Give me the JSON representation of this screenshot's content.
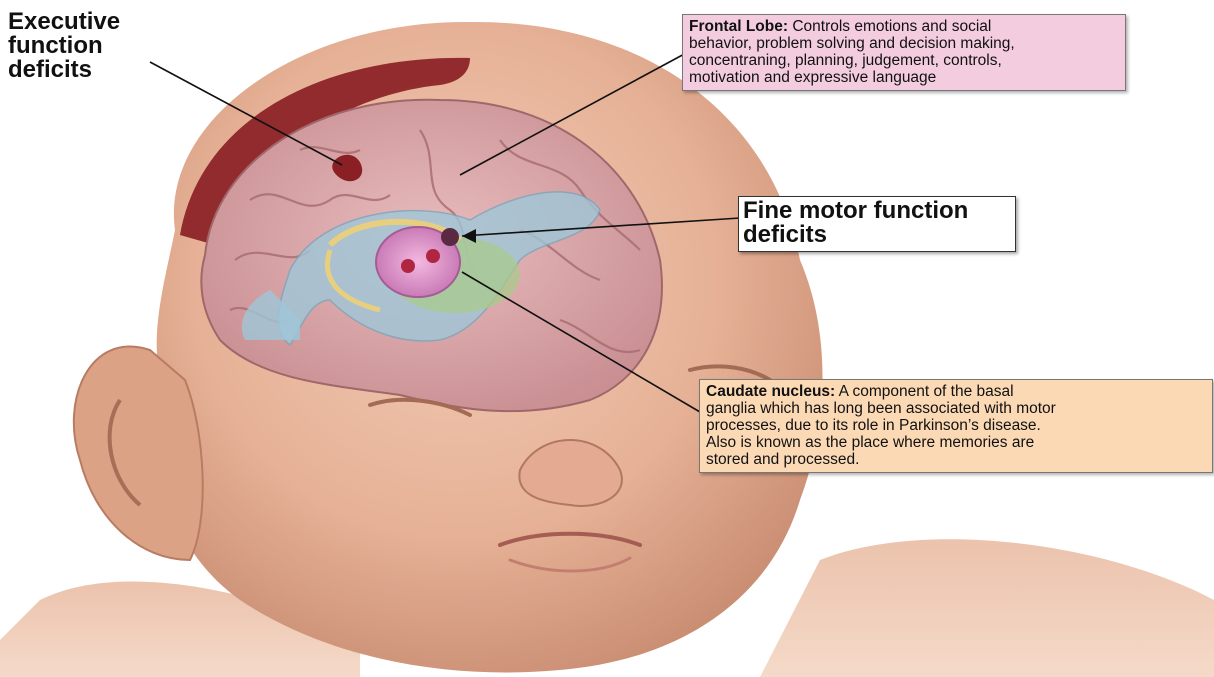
{
  "labels": {
    "executive": {
      "line1": "Executive",
      "line2": "function",
      "line3": "deficits"
    },
    "fine_motor": {
      "line1": "Fine motor function",
      "line2": "deficits"
    }
  },
  "info_boxes": {
    "frontal_lobe": {
      "title": "Frontal Lobe:",
      "text_l1": " Controls emotions and social",
      "text_l2": "behavior, problem solving and decision making,",
      "text_l3": "concentraning, planning, judgement, controls,",
      "text_l4": "motivation and expressive language",
      "color": "#f4cce0"
    },
    "caudate": {
      "title": "Caudate nucleus:",
      "text_l1": " A component of the basal",
      "text_l2": "ganglia which has long been associated with motor",
      "text_l3": "processes, due to its role in Parkinson’s disease.",
      "text_l4": "Also is known as the place where memories are",
      "text_l5": "stored and processed.",
      "color": "#fbd9b5"
    }
  },
  "illustration": {
    "subject": "infant-head-with-brain-cutaway",
    "skin_color": "#e8b9a0",
    "brain_color": "#d9a3a6",
    "hemorrhage_color": "#8a1f24",
    "ventricle_color": "#9fc7d8"
  }
}
